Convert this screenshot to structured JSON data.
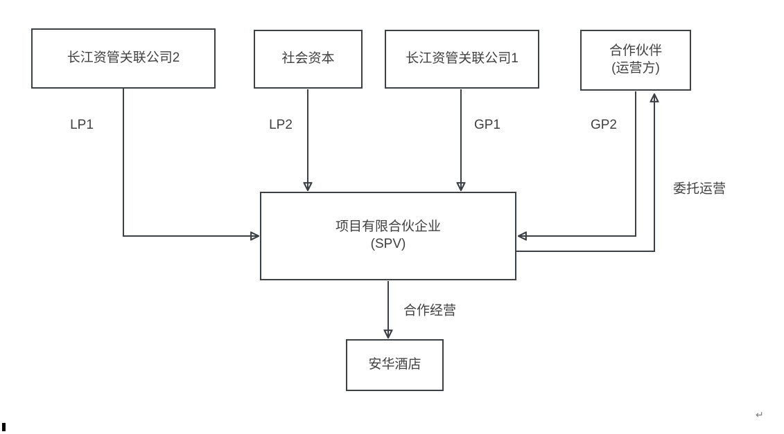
{
  "diagram": {
    "title": "SPV partnership structure diagram",
    "colors": {
      "line": "#3b4045",
      "text": "#404040",
      "background": "#ffffff",
      "return_mark": "#7d7d7d",
      "caret": "#000000"
    },
    "nodes": {
      "company2": {
        "label": "长江资管关联公司2"
      },
      "social_capital": {
        "label": "社会资本"
      },
      "company1": {
        "label": "长江资管关联公司1"
      },
      "partner": {
        "label": "合作伙伴\n(运营方)"
      },
      "spv": {
        "label": "项目有限合伙企业\n(SPV)"
      },
      "hotel": {
        "label": "安华酒店"
      }
    },
    "edge_labels": {
      "lp1": "LP1",
      "lp2": "LP2",
      "gp1": "GP1",
      "gp2": "GP2",
      "entrusted_operation": "委托运营",
      "cooperative_operation": "合作经营"
    },
    "edges": [
      {
        "from": "company2",
        "to": "spv",
        "label": "LP1"
      },
      {
        "from": "social_capital",
        "to": "spv",
        "label": "LP2"
      },
      {
        "from": "company1",
        "to": "spv",
        "label": "GP1"
      },
      {
        "from": "partner",
        "to": "spv",
        "label": "GP2"
      },
      {
        "from": "spv",
        "to": "partner",
        "label": "委托运营"
      },
      {
        "from": "spv",
        "to": "hotel",
        "label": "合作经营"
      }
    ],
    "artifacts": {
      "return_mark": "↵"
    }
  }
}
